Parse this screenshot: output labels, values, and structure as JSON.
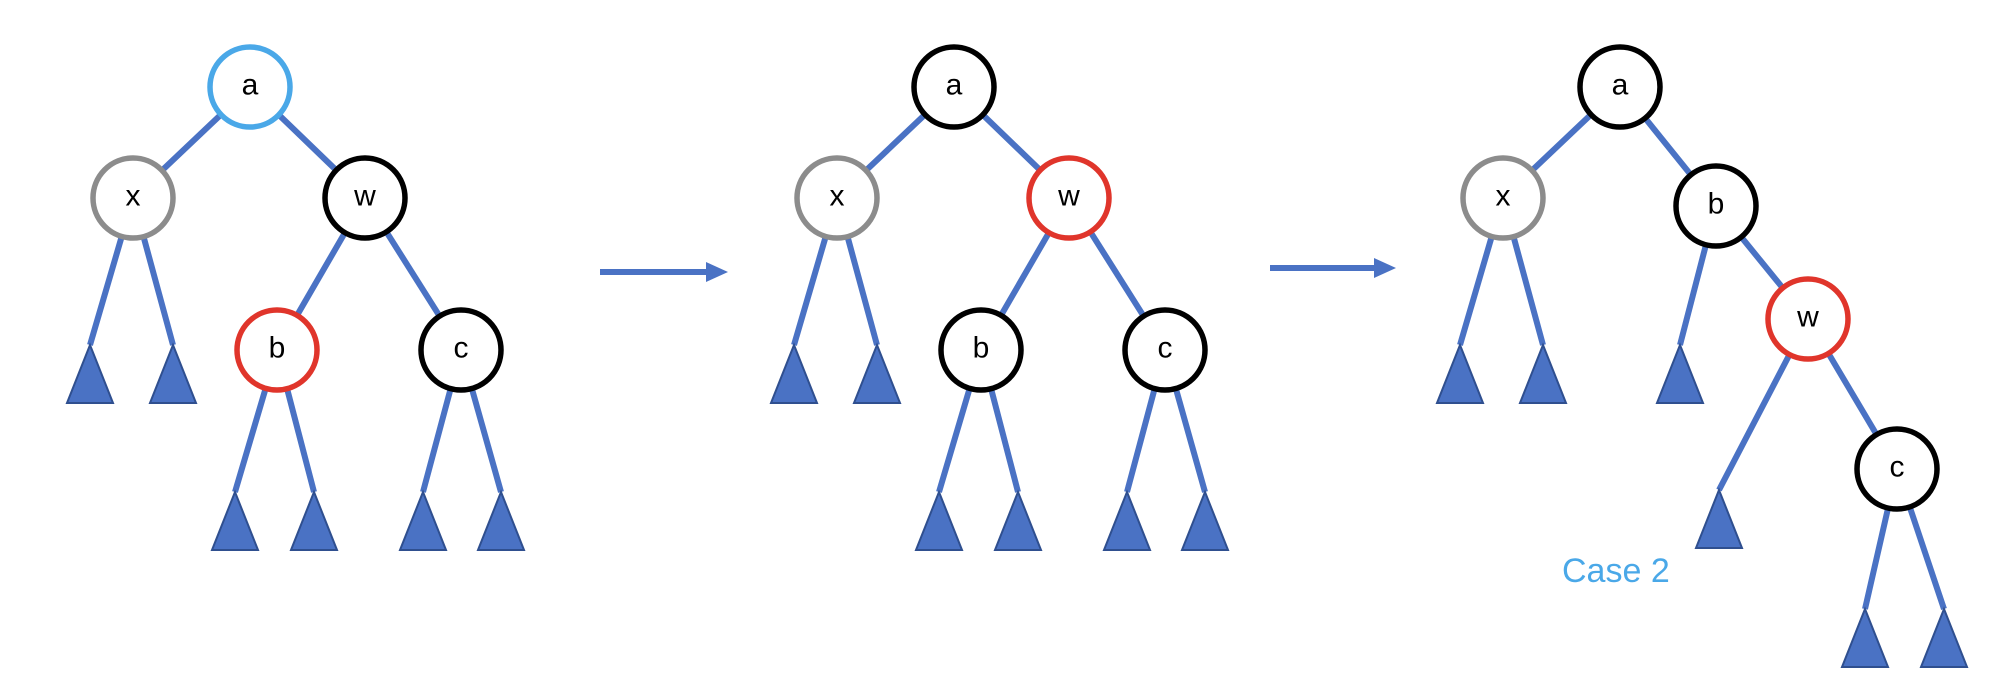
{
  "colors": {
    "edge": "#4a72c4",
    "subtree": "#4a72c4",
    "black": "#000000",
    "red": "#e0352b",
    "gray": "#8c8c8c",
    "blue": "#4aa8e8"
  },
  "trees": [
    {
      "nodes": [
        {
          "id": "a",
          "label": "a",
          "color": "blue"
        },
        {
          "id": "x",
          "label": "x",
          "color": "gray"
        },
        {
          "id": "w",
          "label": "w",
          "color": "black"
        },
        {
          "id": "b",
          "label": "b",
          "color": "red"
        },
        {
          "id": "c",
          "label": "c",
          "color": "black"
        }
      ]
    },
    {
      "nodes": [
        {
          "id": "a",
          "label": "a",
          "color": "black"
        },
        {
          "id": "x",
          "label": "x",
          "color": "gray"
        },
        {
          "id": "w",
          "label": "w",
          "color": "red"
        },
        {
          "id": "b",
          "label": "b",
          "color": "black"
        },
        {
          "id": "c",
          "label": "c",
          "color": "black"
        }
      ]
    },
    {
      "nodes": [
        {
          "id": "a",
          "label": "a",
          "color": "black"
        },
        {
          "id": "x",
          "label": "x",
          "color": "gray"
        },
        {
          "id": "b",
          "label": "b",
          "color": "black"
        },
        {
          "id": "w",
          "label": "w",
          "color": "red"
        },
        {
          "id": "c",
          "label": "c",
          "color": "black"
        }
      ]
    }
  ],
  "caption": "Case  2"
}
